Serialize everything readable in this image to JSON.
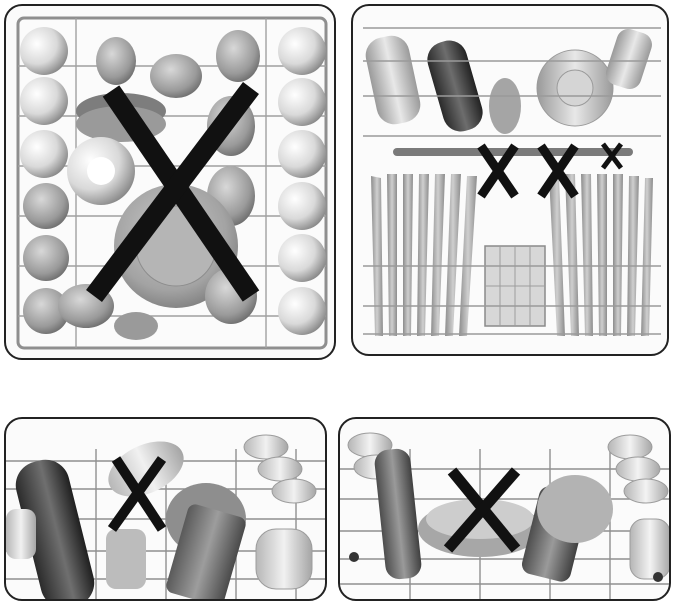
{
  "figures": [
    {
      "id": "upper-basket-top-view",
      "marks": [
        "X"
      ]
    },
    {
      "id": "lower-basket-front-view",
      "marks": [
        "X",
        "X",
        "X"
      ]
    },
    {
      "id": "upper-basket-side-view-left",
      "marks": [
        "X"
      ]
    },
    {
      "id": "upper-basket-side-view-right",
      "marks": [
        "X"
      ]
    }
  ],
  "colors": {
    "mark": "#111111",
    "rack": "#8f8f8f",
    "item_dark": "#555555",
    "item_mid": "#a9a9a9",
    "item_light": "#e6e6e6",
    "border": "#222222"
  },
  "icons": [
    "wrong-loading-mark"
  ]
}
